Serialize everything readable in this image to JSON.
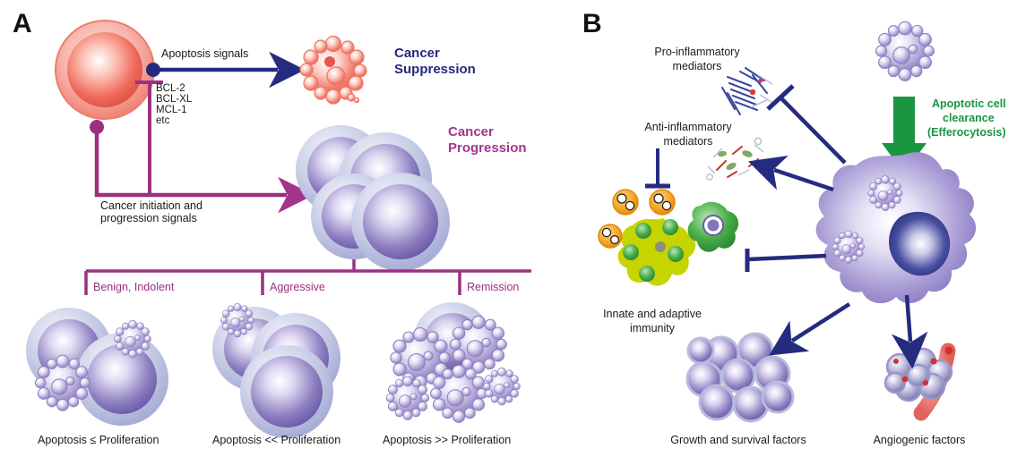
{
  "figure": {
    "title_panels": [
      "A",
      "B"
    ],
    "background_color": "#ffffff"
  },
  "colors": {
    "navy_arrow": "#252b7e",
    "magenta_arrow": "#a4358c",
    "branch_line": "#9b3080",
    "green_arrow": "#1a9641",
    "green_text": "#1a9641",
    "red_cell": "#ef6a5a",
    "purple_cell": "#6b5aa8",
    "lavender_cell": "#b7bbdf",
    "macrophage_body": "#a49ad2",
    "macrophage_nucleus": "#3a3f8f",
    "immune_yellow": "#c8d400",
    "immune_green": "#3eab3e",
    "immune_orange": "#f5a623",
    "vessel_red": "#e8706a",
    "text_dark": "#1a1a1a"
  },
  "panel_a": {
    "letter": "A",
    "source_cell": {
      "name": "healthy-cell",
      "color": "#ef6a5a"
    },
    "arrows": [
      {
        "id": "apoptosis-signals",
        "label": "Apoptosis signals",
        "color": "#252b7e",
        "style": "arrow"
      },
      {
        "id": "cancer-initiation",
        "label_line1": "Cancer initiation and",
        "label_line2": "progression signals",
        "color": "#a4358c",
        "style": "arrow"
      }
    ],
    "inhibitor_list": [
      "BCL-2",
      "BCL-XL",
      "MCL-1",
      "etc"
    ],
    "outcomes": [
      {
        "id": "cancer-suppression",
        "line1": "Cancer",
        "line2": "Suppression",
        "color": "#232a7a"
      },
      {
        "id": "cancer-progression",
        "line1": "Cancer",
        "line2": "Progression",
        "color": "#a4358c"
      }
    ],
    "branches": [
      {
        "id": "benign-indolent",
        "label": "Benign, Indolent",
        "caption": "Apoptosis ≤ Proliferation"
      },
      {
        "id": "aggressive",
        "label": "Aggressive",
        "caption": "Apoptosis << Proliferation"
      },
      {
        "id": "remission",
        "label": "Remission",
        "caption": "Apoptosis >> Proliferation"
      }
    ]
  },
  "panel_b": {
    "letter": "B",
    "center": {
      "id": "macrophage",
      "engulfed_count": 2
    },
    "green_arrow": {
      "line1": "Apoptotic cell",
      "line2": "clearance",
      "line3": "(Efferocytosis)",
      "color": "#1a9641"
    },
    "nodes": [
      {
        "id": "pro-inflammatory-mediators",
        "line1": "Pro-inflammatory",
        "line2": "mediators",
        "connector": "inhibition"
      },
      {
        "id": "anti-inflammatory-mediators",
        "line1": "Anti-inflammatory",
        "line2": "mediators",
        "connector": "arrow"
      },
      {
        "id": "innate-adaptive-immunity",
        "line1": "Innate and adaptive",
        "line2": "immunity",
        "connector": "inhibition"
      },
      {
        "id": "growth-survival-factors",
        "line1": "Growth and survival factors",
        "line2": "",
        "connector": "arrow"
      },
      {
        "id": "angiogenic-factors",
        "line1": "Angiogenic factors",
        "line2": "",
        "connector": "arrow"
      }
    ]
  }
}
